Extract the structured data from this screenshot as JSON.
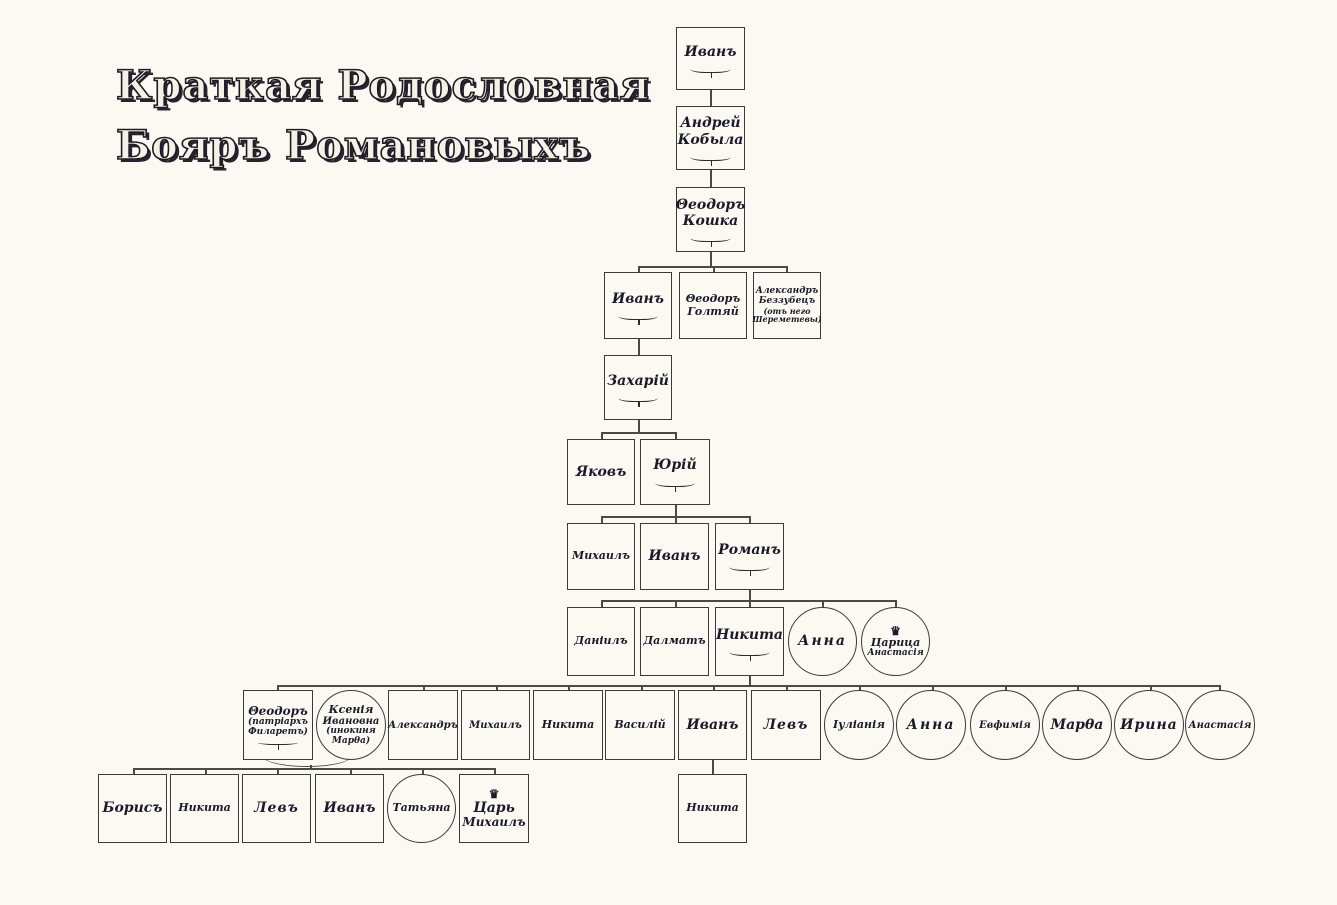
{
  "title": {
    "line1": "Краткая Родословная",
    "line2": "Бояръ Романовыхъ"
  },
  "tree": {
    "gen0": [
      {
        "name": "Иванъ",
        "shape": "box",
        "heir": true
      }
    ],
    "gen1": [
      {
        "name_line1": "Андрей",
        "name_line2": "Кобыла",
        "shape": "box",
        "heir": true
      }
    ],
    "gen2": [
      {
        "name_line1": "Θеодоръ",
        "name_line2": "Кошка",
        "shape": "box",
        "heir": true
      }
    ],
    "gen3": [
      {
        "name": "Иванъ",
        "shape": "box",
        "heir": true
      },
      {
        "name_line1": "Θеодоръ",
        "name_line2": "Голтяй",
        "shape": "box"
      },
      {
        "name_line1": "Александръ",
        "name_line2": "Беззубецъ",
        "note_line1": "(отъ него",
        "note_line2": "Шереметевы)",
        "shape": "box"
      }
    ],
    "gen4": [
      {
        "name": "Захарій",
        "shape": "box",
        "heir": true
      }
    ],
    "gen5": [
      {
        "name": "Яковъ",
        "shape": "box"
      },
      {
        "name": "Юрій",
        "shape": "box",
        "heir": true
      }
    ],
    "gen6": [
      {
        "name": "Михаилъ",
        "shape": "box"
      },
      {
        "name": "Иванъ",
        "shape": "box"
      },
      {
        "name": "Романъ",
        "shape": "box",
        "heir": true
      }
    ],
    "gen7": [
      {
        "name": "Даніилъ",
        "shape": "box"
      },
      {
        "name": "Далматъ",
        "shape": "box"
      },
      {
        "name": "Никита",
        "shape": "box",
        "heir": true
      },
      {
        "name": "Анна",
        "shape": "circle"
      },
      {
        "name_line1": "Царица",
        "name_line2": "Анастасія",
        "shape": "circle",
        "crown": "♛"
      }
    ],
    "gen8": [
      {
        "name_line1": "Θеодоръ",
        "note_line1": "(патріархъ",
        "note_line2": "Филаретъ)",
        "shape": "box",
        "heir": true
      },
      {
        "name_line1": "Ксенія",
        "name_line2": "Ивановна",
        "note_line1": "(инокиня",
        "note_line2": "Марθа)",
        "shape": "circle",
        "spouse": true
      },
      {
        "name": "Александръ",
        "shape": "box"
      },
      {
        "name": "Михаилъ",
        "shape": "box"
      },
      {
        "name": "Никита",
        "shape": "box"
      },
      {
        "name": "Василій",
        "shape": "box"
      },
      {
        "name": "Иванъ",
        "shape": "box"
      },
      {
        "name": "Левъ",
        "shape": "box"
      },
      {
        "name": "Іуліанія",
        "shape": "circle"
      },
      {
        "name": "Анна",
        "shape": "circle"
      },
      {
        "name": "Евфимія",
        "shape": "circle"
      },
      {
        "name": "Марθа",
        "shape": "circle"
      },
      {
        "name": "Ирина",
        "shape": "circle"
      },
      {
        "name": "Анастасія",
        "shape": "circle"
      }
    ],
    "gen9_filaret": [
      {
        "name": "Борисъ",
        "shape": "box"
      },
      {
        "name": "Никита",
        "shape": "box"
      },
      {
        "name": "Левъ",
        "shape": "box"
      },
      {
        "name": "Иванъ",
        "shape": "box"
      },
      {
        "name": "Татьяна",
        "shape": "circle"
      },
      {
        "name_line1": "Царь",
        "name_line2": "Михаилъ",
        "shape": "box",
        "crown": "♛"
      }
    ],
    "gen9_ivan": [
      {
        "name": "Никита",
        "shape": "box"
      }
    ]
  },
  "colors": {
    "paper": "#fbf9f2",
    "ink": "#1c1a2a",
    "line": "#4a4a4a"
  }
}
